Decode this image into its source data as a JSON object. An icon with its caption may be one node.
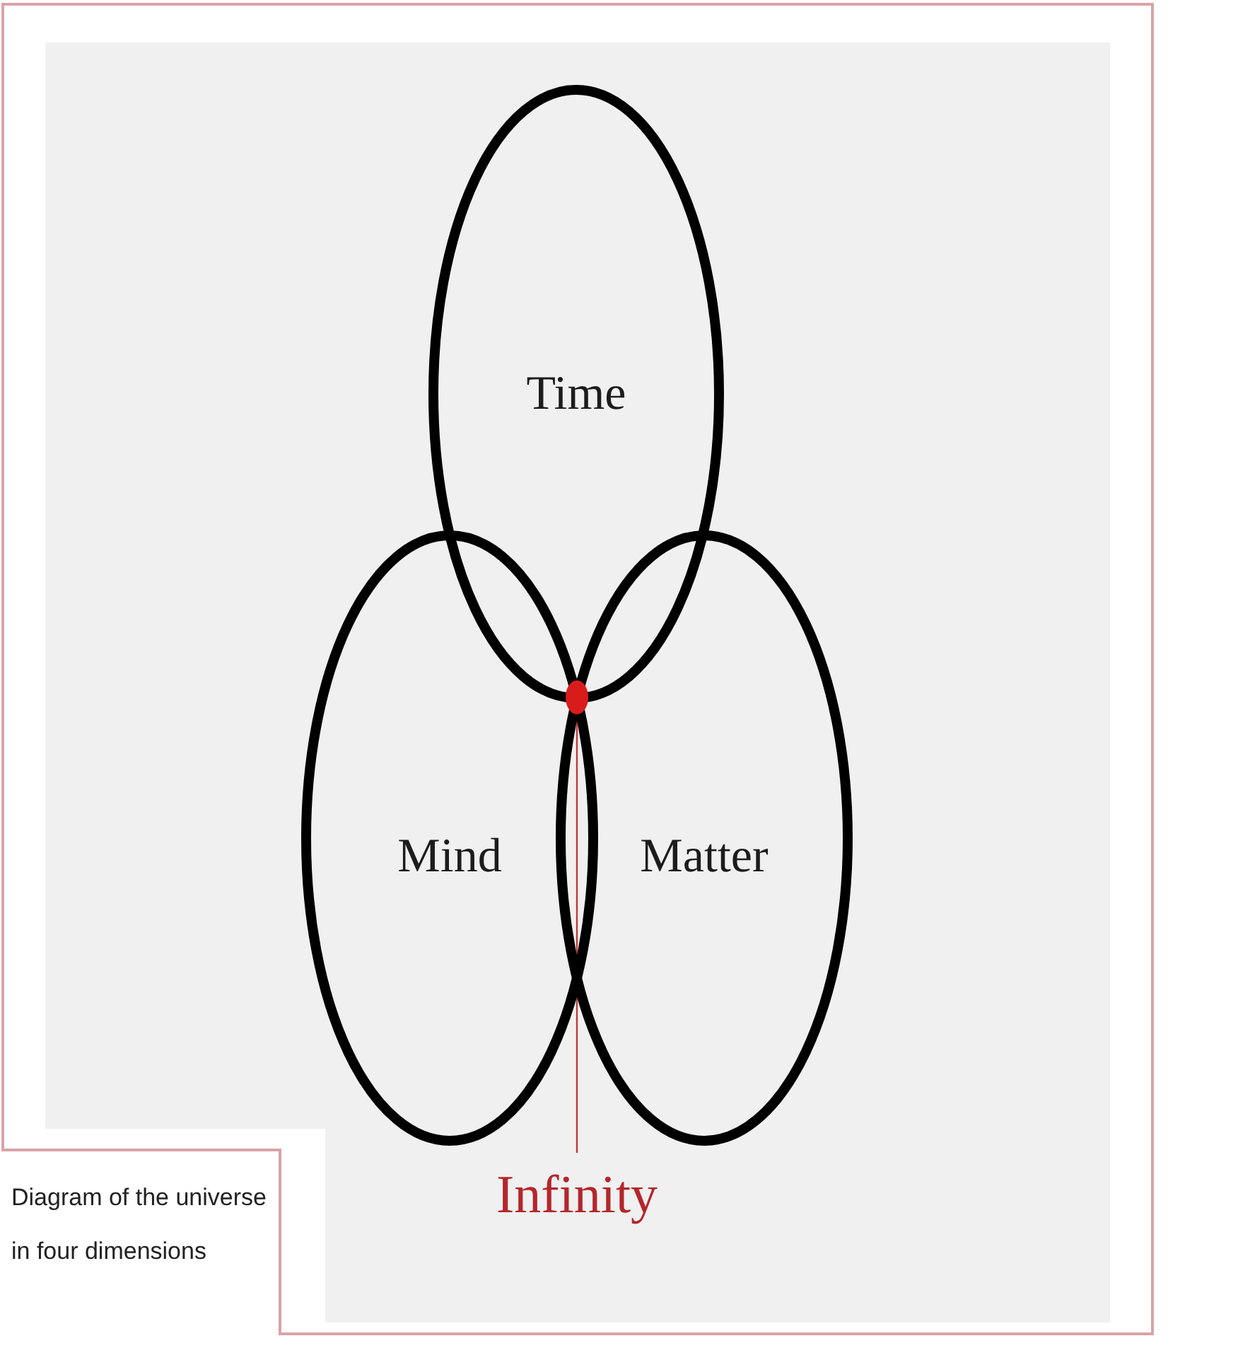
{
  "diagram": {
    "caption": "Diagram of the universe in four dimensions",
    "nodes": [
      {
        "text": [
          "Time"
        ]
      },
      {
        "text": [
          "Mind"
        ]
      },
      {
        "text": [
          "Matter"
        ]
      },
      {
        "text": [],
        "shape": "circle"
      },
      {
        "text": [
          "Infinity"
        ]
      }
    ],
    "edges": [
      {
        "from": 4,
        "to": 3,
        "arrow": "none"
      }
    ]
  }
}
